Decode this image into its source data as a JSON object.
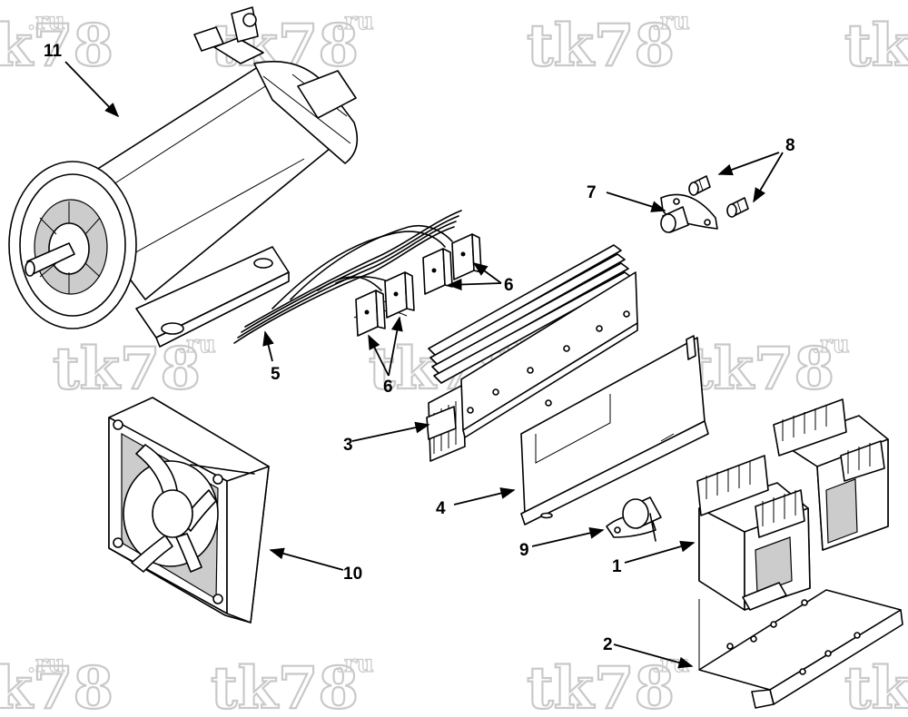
{
  "watermark": {
    "text": "tk78",
    "suffix": ".ru"
  },
  "callouts": [
    {
      "id": "11",
      "label": "11"
    },
    {
      "id": "8",
      "label": "8"
    },
    {
      "id": "7",
      "label": "7"
    },
    {
      "id": "6a",
      "label": "6"
    },
    {
      "id": "5",
      "label": "5"
    },
    {
      "id": "6b",
      "label": "6"
    },
    {
      "id": "3",
      "label": "3"
    },
    {
      "id": "4",
      "label": "4"
    },
    {
      "id": "9",
      "label": "9"
    },
    {
      "id": "1",
      "label": "1"
    },
    {
      "id": "10",
      "label": "10"
    },
    {
      "id": "2",
      "label": "2"
    }
  ]
}
